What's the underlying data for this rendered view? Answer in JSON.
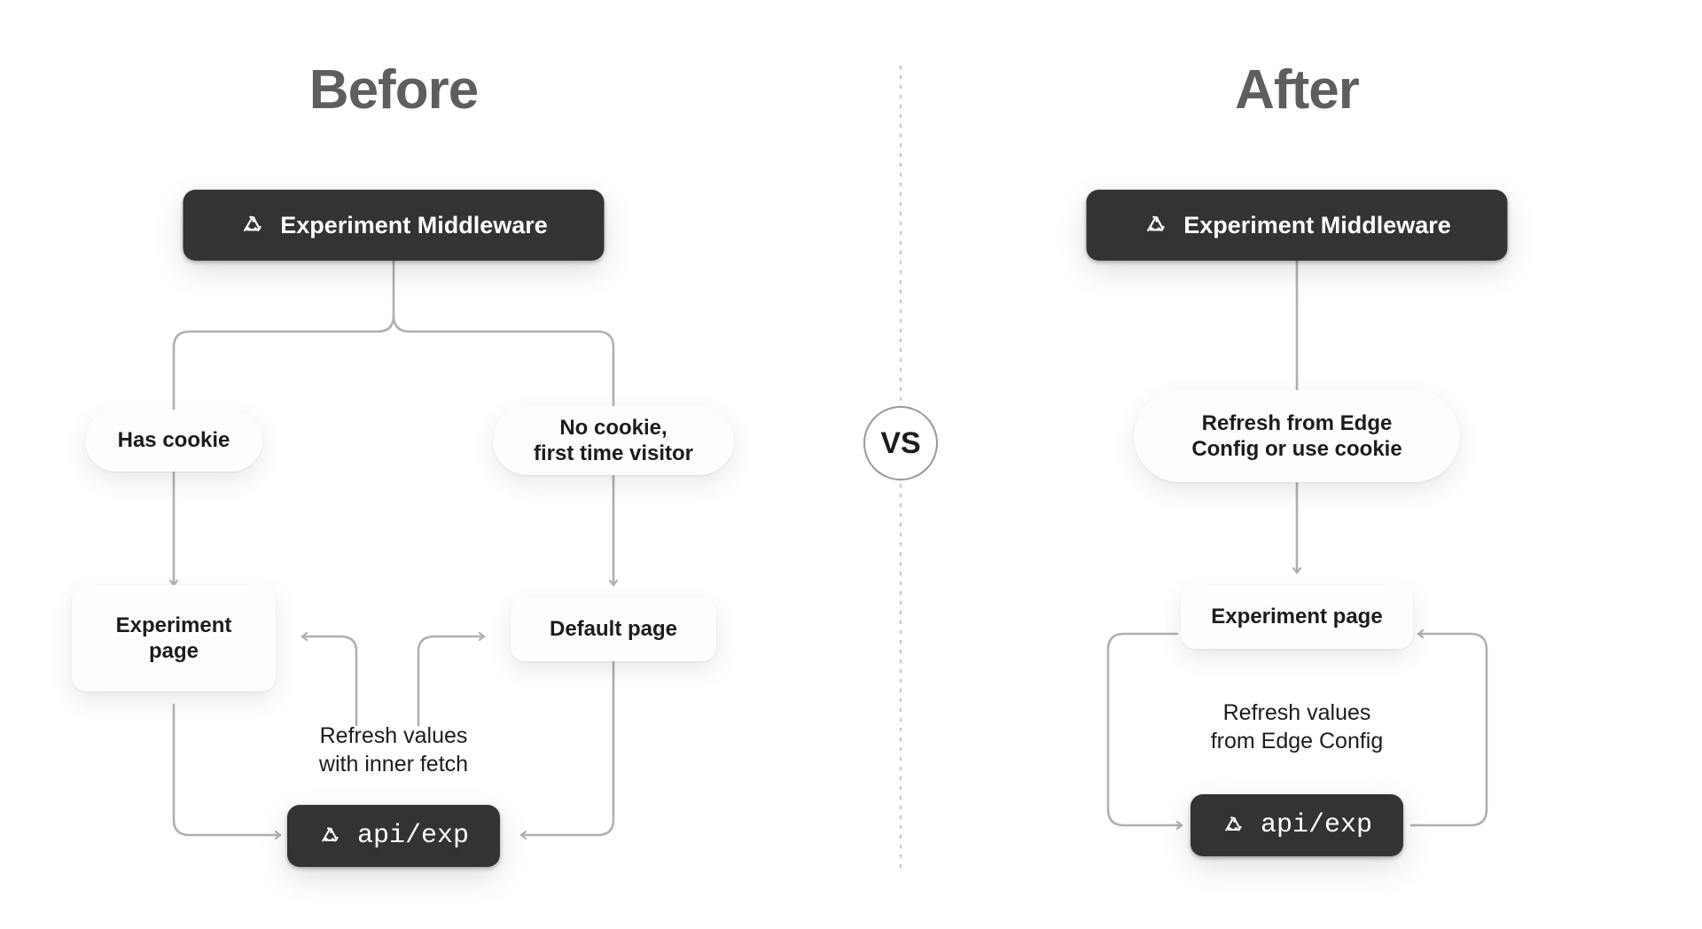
{
  "page": {
    "background": "#ffffff",
    "accent_dark": "#333333",
    "wire_color": "#b0b0b0",
    "heading_color": "#5e5e5e"
  },
  "divider": {
    "name": "vertical-dashed-divider",
    "style": "dashed",
    "color": "#c9c9c9"
  },
  "comparison_badge": {
    "label": "VS"
  },
  "before": {
    "heading": "Before",
    "middleware": {
      "label": "Experiment Middleware",
      "icon": "triangle-refresh-icon"
    },
    "branch_left": {
      "label": "Has cookie"
    },
    "branch_right": {
      "label": "No cookie,\nfirst time visitor"
    },
    "page_left": {
      "label": "Experiment\npage"
    },
    "page_right": {
      "label": "Default page"
    },
    "caption": "Refresh values\nwith inner fetch",
    "api": {
      "label": "api/exp",
      "icon": "triangle-refresh-icon"
    }
  },
  "after": {
    "heading": "After",
    "middleware": {
      "label": "Experiment Middleware",
      "icon": "triangle-refresh-icon"
    },
    "decision": {
      "label": "Refresh from Edge\nConfig or use cookie"
    },
    "page": {
      "label": "Experiment page"
    },
    "caption": "Refresh values\nfrom Edge Config",
    "api": {
      "label": "api/exp",
      "icon": "triangle-refresh-icon"
    }
  }
}
